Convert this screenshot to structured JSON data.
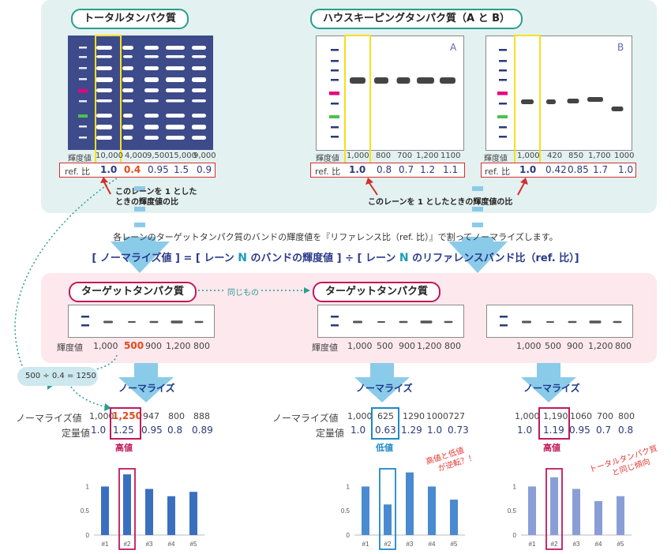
{
  "top": {
    "total_title": "トータルタンパク質",
    "hk_title": "ハウスキーピングタンパク質（A と B）",
    "lane_a": "A",
    "lane_b": "B",
    "row_label_brightness": "輝度値",
    "row_label_ref": "ref. 比",
    "total_values": [
      "10,000",
      "4,000",
      "9,500",
      "15,000",
      "9,000"
    ],
    "total_ref": [
      "1.0",
      "0.4",
      "0.95",
      "1.5",
      "0.9"
    ],
    "a_values": [
      "1,000",
      "800",
      "700",
      "1,200",
      "1100"
    ],
    "a_ref": [
      "1.0",
      "0.8",
      "0.7",
      "1.2",
      "1.1"
    ],
    "b_values": [
      "1,000",
      "420",
      "850",
      "1,700",
      "1000"
    ],
    "b_ref": [
      "1.0",
      "0.42",
      "0.85",
      "1.7",
      "1.0"
    ],
    "note_total_1": "このレーンを 1 とした",
    "note_total_2": "ときの輝度値の比",
    "note_hk": "このレーンを 1 としたときの輝度値の比"
  },
  "explain": "各レーンのターゲットタンパク質のバンドの輝度値を『リファレンス比（ref. 比）』で割ってノーマライズします。",
  "formula": {
    "p1": "[ ノーマライズ値 ] = [ レーン ",
    "n1": "N",
    "p2": " のバンドの輝度値 ] ÷ [ レーン ",
    "n2": "N",
    "p3": " のリファレンスバンド比（ref. 比）]"
  },
  "mid": {
    "target_title": "ターゲットタンパク質",
    "same": "同じもの",
    "row_label": "輝度値",
    "left_values": [
      "1,000",
      "500",
      "900",
      "1,200",
      "800"
    ],
    "mid_values": [
      "1,000",
      "500",
      "900",
      "1,200",
      "800"
    ],
    "right_values": [
      "1,000",
      "500",
      "900",
      "1,200",
      "800"
    ]
  },
  "calc": "500 ÷ 0.4 = 1250",
  "normalize_label": "ノーマライズ",
  "lower": {
    "norm_label": "ノーマライズ値",
    "quant_label": "定量値",
    "left_norm": [
      "1,000",
      "1,250",
      "947",
      "800",
      "888"
    ],
    "left_quant": [
      "1.0",
      "1.25",
      "0.95",
      "0.8",
      "0.89"
    ],
    "mid_norm": [
      "1,000",
      "625",
      "1290",
      "1000",
      "727"
    ],
    "mid_quant": [
      "1.0",
      "0.63",
      "1.29",
      "1.0",
      "0.73"
    ],
    "right_norm": [
      "1,000",
      "1,190",
      "1060",
      "700",
      "800"
    ],
    "right_quant": [
      "1.0",
      "1.19",
      "0.95",
      "0.7",
      "0.8"
    ],
    "tag_high": "高値",
    "tag_low": "低値",
    "tag_high2": "高値",
    "comment_mid_1": "高値と低値",
    "comment_mid_2": "が逆転？！",
    "comment_right_1": "トータルタンパク質",
    "comment_right_2": "と同じ傾向"
  },
  "colors": {
    "teal": "#2a9d8f",
    "pink": "#c2185b",
    "navy": "#2a3a7a",
    "red": "#d32f2f",
    "yellow": "#f5e01e",
    "bar_left": "#3a6fc0",
    "bar_mid": "#4a8ad0",
    "bar_right": "#8a9ed6",
    "arrow": "#7fc6e8"
  },
  "chart_data": [
    {
      "type": "bar",
      "categories": [
        "#1",
        "#2",
        "#3",
        "#4",
        "#5"
      ],
      "values": [
        1.0,
        1.25,
        0.95,
        0.8,
        0.89
      ],
      "yticks": [
        "0",
        "0.5",
        "1"
      ],
      "ylim": [
        0,
        1.3
      ]
    },
    {
      "type": "bar",
      "categories": [
        "#1",
        "#2",
        "#3",
        "#4",
        "#5"
      ],
      "values": [
        1.0,
        0.63,
        1.29,
        1.0,
        0.73
      ],
      "yticks": [
        "0",
        "0.5",
        "1"
      ],
      "ylim": [
        0,
        1.3
      ]
    },
    {
      "type": "bar",
      "categories": [
        "#1",
        "#2",
        "#3",
        "#4",
        "#5"
      ],
      "values": [
        1.0,
        1.19,
        0.95,
        0.7,
        0.8
      ],
      "yticks": [
        "0",
        "0.5",
        "1"
      ],
      "ylim": [
        0,
        1.3
      ]
    }
  ]
}
